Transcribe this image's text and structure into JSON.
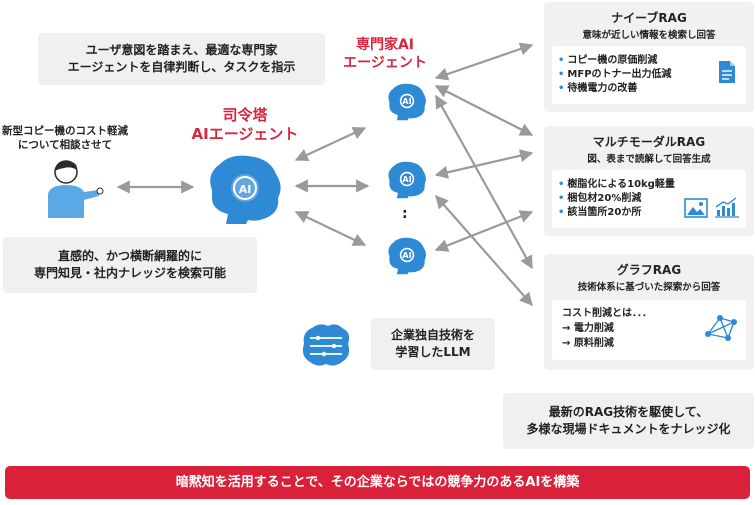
{
  "user": {
    "request": [
      "新型コピー機のコスト軽減",
      "について相談させて"
    ]
  },
  "top_bubble": [
    "ユーザ意図を踏まえ、最適な専門家",
    "エージェントを自律判断し、タスクを指示"
  ],
  "left_bubble": [
    "直感的、かつ横断網羅的に",
    "専門知見・社内ナレッジを検索可能"
  ],
  "commander": {
    "title": [
      "司令塔",
      "AIエージェント"
    ],
    "icon_label": "AI"
  },
  "experts": {
    "title": [
      "専門家AI",
      "エージェント"
    ],
    "icon_label": "AI",
    "ellipsis": ":"
  },
  "llm": {
    "text": [
      "企業独自技術を",
      "学習したLLM"
    ]
  },
  "rag_cards": [
    {
      "title": "ナイーブRAG",
      "subtitle": "意味が近しい情報を検索し回答",
      "bullets": [
        "コピー機の原価削減",
        "MFPのトナー出力低減",
        "待機電力の改善"
      ]
    },
    {
      "title": "マルチモーダルRAG",
      "subtitle": "図、表まで読解して回答生成",
      "bullets": [
        "樹脂化による10kg軽量",
        "梱包材20%削減",
        "該当箇所20か所"
      ]
    },
    {
      "title": "グラフRAG",
      "subtitle": "技術体系に基づいた探索から回答",
      "lines": [
        "コスト削減とは．．．",
        "→ 電力削減",
        "→ 原料削減"
      ]
    }
  ],
  "bottom_right_bubble": [
    "最新のRAG技術を駆使して、",
    "多様な現場ドキュメントをナレッジ化"
  ],
  "banner": "暗黙知を活用することで、その企業ならではの競争力のあるAIを構築",
  "colors": {
    "accent_red": "#d9213a",
    "brain_blue": "#2f8ad6",
    "arrow_gray": "#9a9a9a"
  }
}
